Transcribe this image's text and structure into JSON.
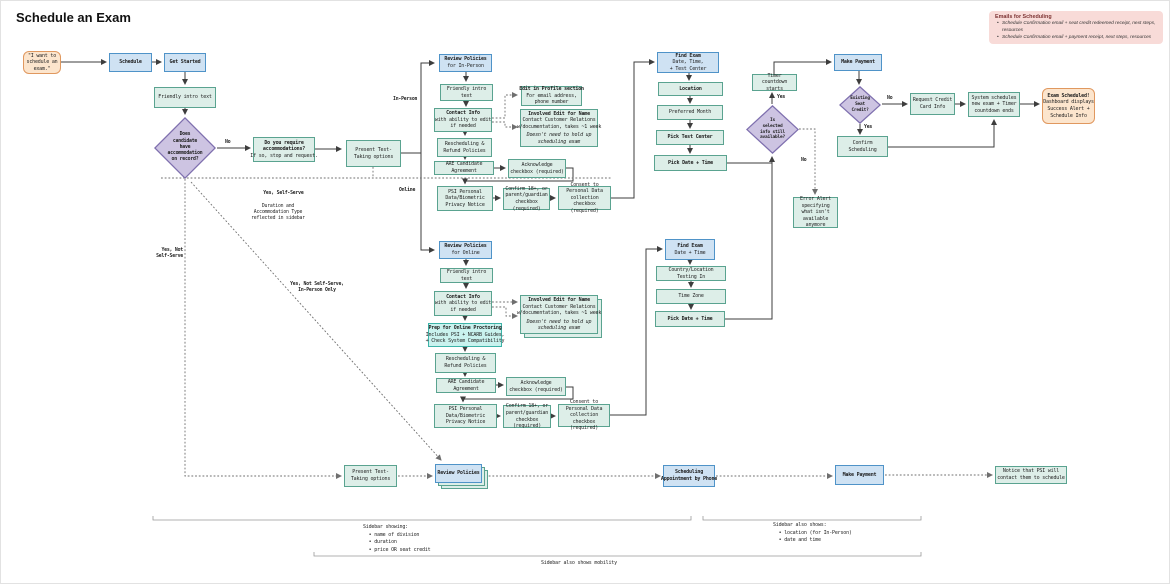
{
  "header": {
    "title": "Schedule an Exam"
  },
  "emails_note": {
    "title": "Emails for Scheduling",
    "bullets": [
      "Schedule Confirmation email + seat credit redeemed receipt, next steps, resources",
      "Schedule Confirmation email + payment receipt, next steps, resources"
    ]
  },
  "nodes": {
    "start": {
      "text": "\"I want to\nschedule an\nexam.\""
    },
    "schedule": {
      "title": "Schedule"
    },
    "get_started": {
      "title": "Get Started"
    },
    "friendly_intro_1": {
      "text": "Friendly intro text"
    },
    "accommodation_diamond": {
      "text": "Does\ncandidate\nhave\naccommodation\non record?"
    },
    "require_accommodations": {
      "title": "Do you require\naccommodations?",
      "sub": "If so, stop and request."
    },
    "present_options_1": {
      "text": "Present Test-Taking\noptions"
    },
    "review_in_person": {
      "title": "Review Policies",
      "sub": "for In-Person"
    },
    "friendly_intro_2": {
      "text": "Friendly intro text"
    },
    "contact_info_1": {
      "title": "Contact Info",
      "sub": "with ability to edit\nif needed"
    },
    "edit_profile": {
      "title": "Edit in Profile section",
      "sub": "For email address,\nphone number"
    },
    "involved_edit_1": {
      "title": "Involved Edit for Name",
      "sub": "Contact Customer Relations\nw/documentation, takes ~1 week",
      "note": "Doesn't need to hold up\nscheduling exam"
    },
    "resched_1": {
      "text": "Rescheduling & Refund\nPolicies"
    },
    "are_agreement_1": {
      "text": "ARE Candidate Agreement"
    },
    "ack_1": {
      "text": "Acknowledge checkbox\n(required)"
    },
    "psi_1": {
      "text": "PSI Personal\nData/Biometric\nPrivacy Notice"
    },
    "confirm18_1": {
      "text": "Confirm 18+, or\nparent/guardian\ncheckbox (required)"
    },
    "consent_1": {
      "text": "Consent to Personal\nData collection\ncheckbox (required)"
    },
    "find_exam_1": {
      "title": "Find Exam",
      "sub": "Date, Time,\n+ Test Center"
    },
    "location": {
      "title": "Location"
    },
    "preferred_month": {
      "text": "Preferred Month"
    },
    "pick_test_center": {
      "title": "Pick Test Center"
    },
    "pick_date_time_1": {
      "title": "Pick Date + Time"
    },
    "timer_start": {
      "text": "Timer countdown\nstarts"
    },
    "make_payment_1": {
      "title": "Make Payment"
    },
    "info_available_diamond": {
      "text": "Is\nselected\ninfo still\navailable?"
    },
    "seat_credit_diamond": {
      "text": "Existing\nSeat\nCredit?"
    },
    "confirm_scheduling": {
      "text": "Confirm\nScheduling"
    },
    "request_credit": {
      "text": "Request Credit\nCard Info"
    },
    "system_schedules": {
      "text": "System schedules\nnew exam +\nTimer countdown ends"
    },
    "exam_scheduled": {
      "title": "Exam Scheduled!",
      "sub": "Dashboard displays\nSuccess Alert +\nSchedule Info"
    },
    "error_alert": {
      "text": "Error Alert\nspecifying what\nisn't available\nanymore"
    },
    "review_online": {
      "title": "Review Policies",
      "sub": "for Online"
    },
    "friendly_intro_3": {
      "text": "Friendly intro text"
    },
    "contact_info_2": {
      "title": "Contact Info",
      "sub": "with ability to edit\nif needed"
    },
    "involved_edit_2": {
      "title": "Involved Edit for Name",
      "sub": "Contact Customer Relations\nw/documentation, takes ~1 week",
      "note": "Doesn't need to hold up\nscheduling exam"
    },
    "prep_online": {
      "title": "Prep for Online Proctoring",
      "sub": "Includes PSI + NCARB Guides,\n+ Check System Compatibility"
    },
    "resched_2": {
      "text": "Rescheduling & Refund\nPolicies"
    },
    "are_agreement_2": {
      "text": "ARE Candidate Agreement"
    },
    "ack_2": {
      "text": "Acknowledge checkbox\n(required)"
    },
    "psi_2": {
      "text": "PSI Personal\nData/Biometric\nPrivacy Notice"
    },
    "confirm18_2": {
      "text": "Confirm 18+, or\nparent/guardian\ncheckbox (required)"
    },
    "consent_2": {
      "text": "Consent to Personal\nData collection\ncheckbox (required)"
    },
    "find_exam_2": {
      "title": "Find Exam",
      "sub": "Date + Time"
    },
    "country_location": {
      "text": "Country/Location Testing In"
    },
    "time_zone": {
      "text": "Time Zone"
    },
    "pick_date_time_2": {
      "title": "Pick Date + Time"
    },
    "present_options_2": {
      "text": "Present Test-Taking\noptions"
    },
    "review_policies_stack": {
      "title": "Review Policies"
    },
    "scheduling_phone": {
      "title": "Scheduling\nAppointment by Phone"
    },
    "make_payment_2": {
      "title": "Make Payment"
    },
    "psi_contact_notice": {
      "text": "Notice that PSI will\ncontact them to schedule"
    }
  },
  "edge_labels": {
    "no_1": "No",
    "in_person": "In-Person",
    "online": "Online",
    "yes_self_serve": "Yes, Self-Serve",
    "yes_self_serve_sub": "Duration and\nAccommodation Type\nreflected in sidebar",
    "yes_not_self_serve": "Yes, Not\nSelf-Serve",
    "yes_not_self_serve_ip": "Yes, Not Self-Serve,\nIn-Person Only",
    "yes_2": "Yes",
    "no_2": "No",
    "no_3": "No",
    "yes_3": "Yes"
  },
  "annotations": {
    "sidebar_showing": "Sidebar showing:\n  • name of division\n  • duration\n  • price OR seat credit",
    "sidebar_also": "Sidebar also shows:\n  • location (for In-Person)\n  • date and time",
    "sidebar_mobility": "Sidebar also shows mobility"
  },
  "colors": {
    "blue_fill": "#cfe2f3",
    "blue_border": "#4f93c8",
    "green_fill": "#ddeee8",
    "green_border": "#5aa390",
    "cyan_fill": "#c9f2ee",
    "cyan_border": "#3db3a8",
    "purple_fill": "#cdc4e2",
    "purple_border": "#7e6fae",
    "orange_fill": "#fce5cd",
    "orange_border": "#e0985f",
    "pink_fill": "#f8dbd8"
  }
}
